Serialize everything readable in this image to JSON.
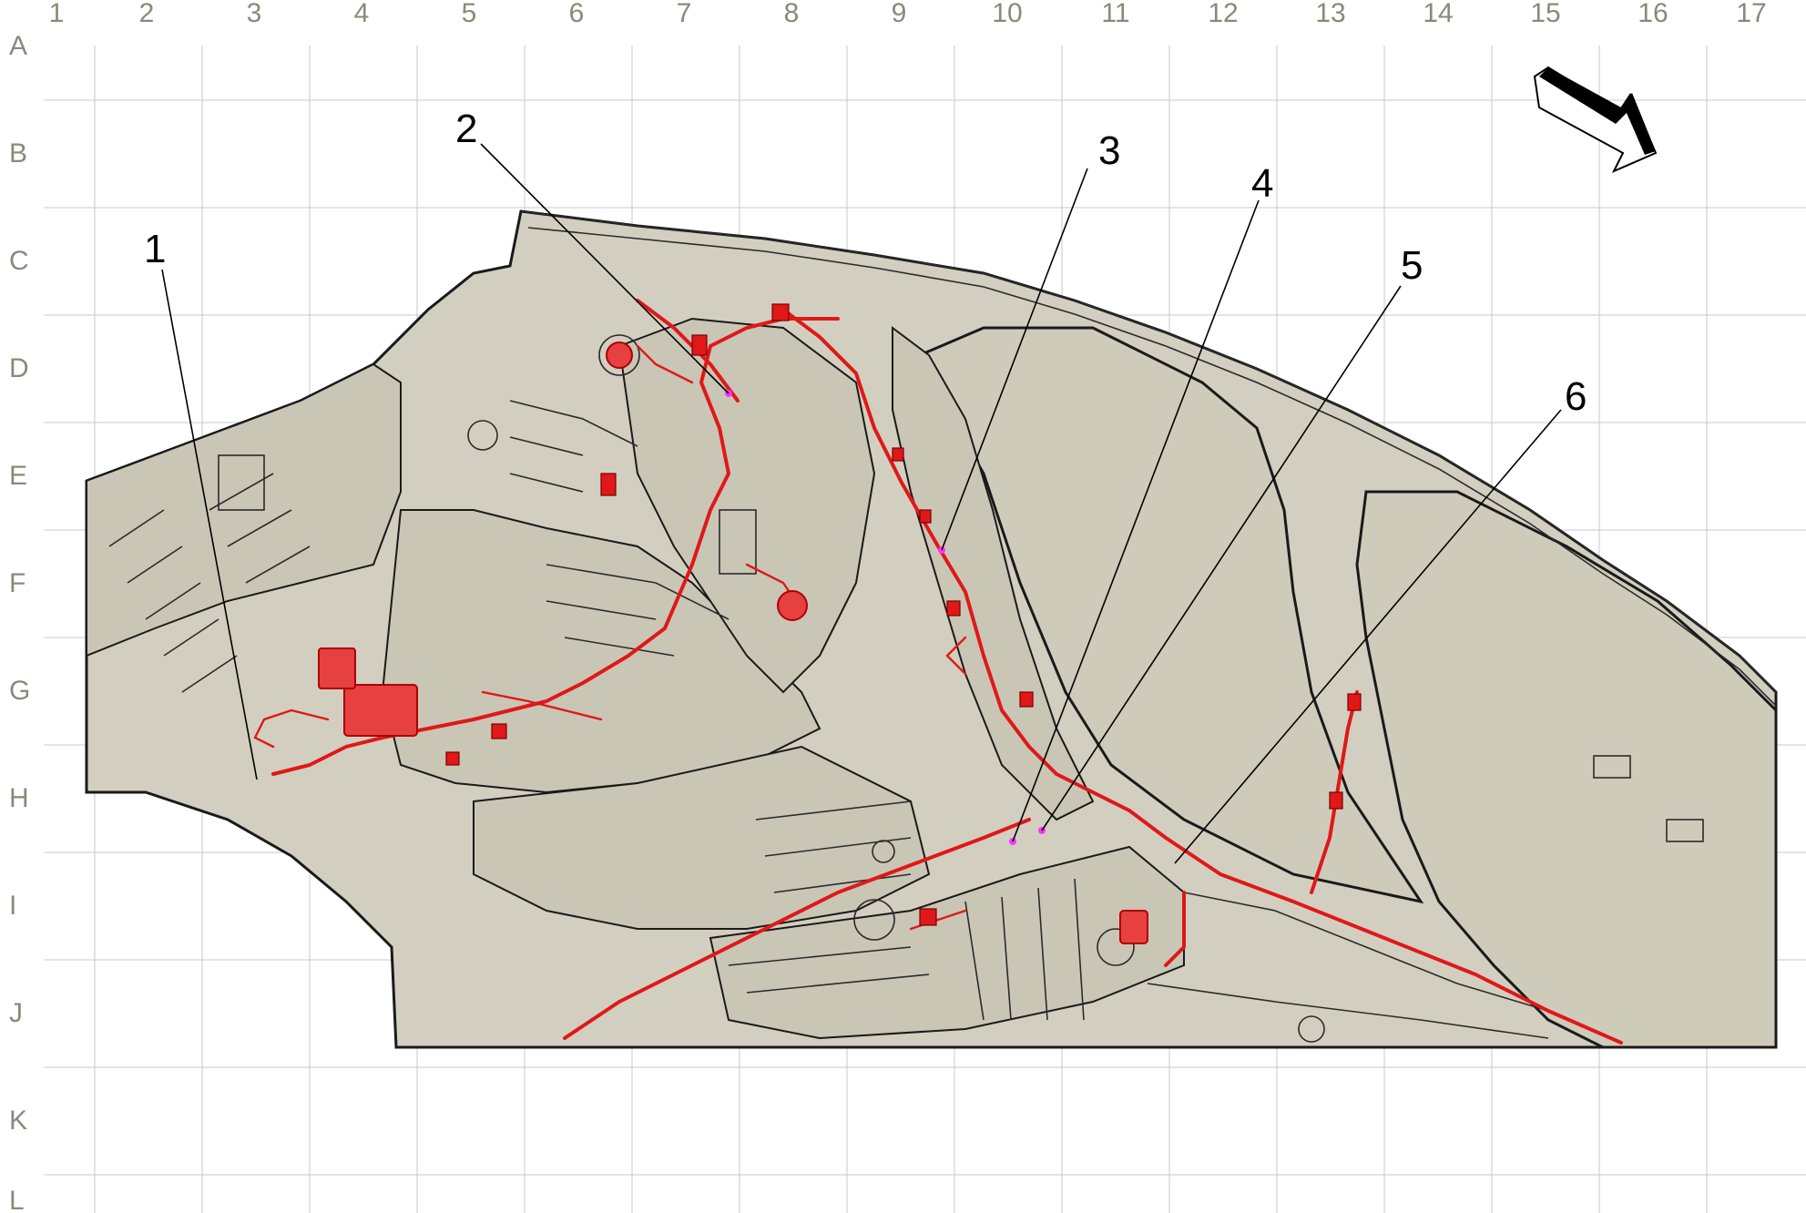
{
  "grid": {
    "columns": [
      "1",
      "2",
      "3",
      "4",
      "5",
      "6",
      "7",
      "8",
      "9",
      "10",
      "11",
      "12",
      "13",
      "14",
      "15",
      "16",
      "17"
    ],
    "rows": [
      "A",
      "B",
      "C",
      "D",
      "E",
      "F",
      "G",
      "H",
      "I",
      "J",
      "K",
      "L"
    ]
  },
  "callouts": [
    {
      "label": "1"
    },
    {
      "label": "2"
    },
    {
      "label": "3"
    },
    {
      "label": "4"
    },
    {
      "label": "5"
    },
    {
      "label": "6"
    }
  ],
  "colors": {
    "harness": "#e01818",
    "body": "#d2cfc0",
    "grid": "#c8c8c8",
    "grid_label": "#8a8a7a",
    "marker": "#ff33ff"
  },
  "icons": {
    "direction_arrow": "front-direction-arrow-icon"
  }
}
